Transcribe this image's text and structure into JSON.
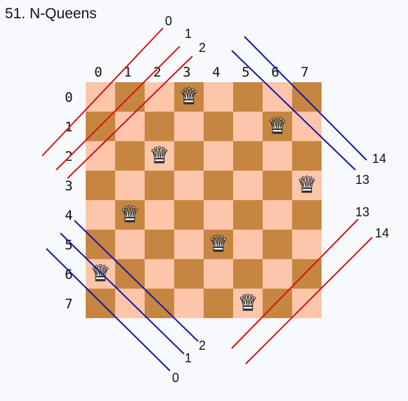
{
  "title": "51. N-Queens",
  "board": {
    "col_labels": [
      "0",
      "1",
      "2",
      "3",
      "4",
      "5",
      "6",
      "7"
    ],
    "row_labels": [
      "0",
      "1",
      "2",
      "3",
      "4",
      "5",
      "6",
      "7"
    ],
    "queen_columns_by_row": [
      3,
      6,
      2,
      7,
      1,
      4,
      0,
      5
    ],
    "light_color": "#fdc5a9",
    "dark_color": "#c68641",
    "queen_glyph": "♛"
  },
  "diagonals": {
    "top_left_red": [
      {
        "label": "0"
      },
      {
        "label": "1"
      },
      {
        "label": "2"
      }
    ],
    "top_right_blue": [
      {
        "label": "14"
      },
      {
        "label": "13"
      }
    ],
    "bottom_left_blue": [
      {
        "label": "2"
      },
      {
        "label": "1"
      },
      {
        "label": "0"
      }
    ],
    "bottom_right_red": [
      {
        "label": "13"
      },
      {
        "label": "14"
      }
    ],
    "red_color": "#d41414",
    "blue_color": "#1a14a8"
  }
}
